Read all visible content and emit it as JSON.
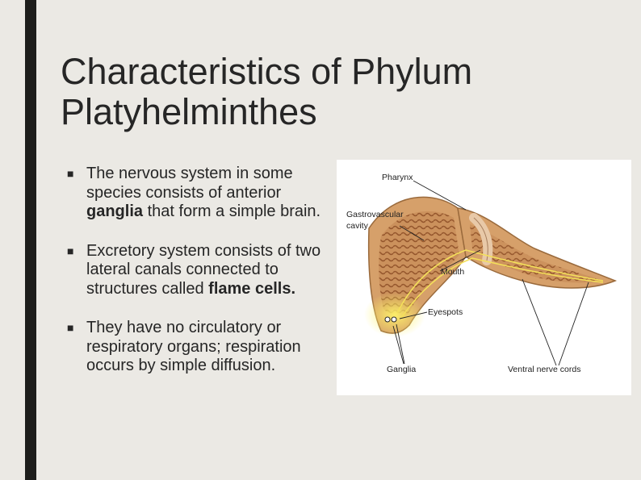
{
  "title": "Characteristics of Phylum Platyhelminthes",
  "bullets": [
    {
      "pre": "The nervous system in some species consists of anterior ",
      "bold": "ganglia",
      "post": " that form a simple brain."
    },
    {
      "pre": "Excretory system consists of two lateral canals connected to structures called ",
      "bold": "flame cells.",
      "post": ""
    },
    {
      "pre": "They have no circulatory or respiratory organs; respiration occurs by simple diffusion.",
      "bold": "",
      "post": ""
    }
  ],
  "figure": {
    "labels": {
      "pharynx": "Pharynx",
      "gastro_line1": "Gastrovascular",
      "gastro_line2": "cavity",
      "mouth": "Mouth",
      "eyespots": "Eyespots",
      "ganglia": "Ganglia",
      "ventral": "Ventral nerve cords"
    }
  }
}
